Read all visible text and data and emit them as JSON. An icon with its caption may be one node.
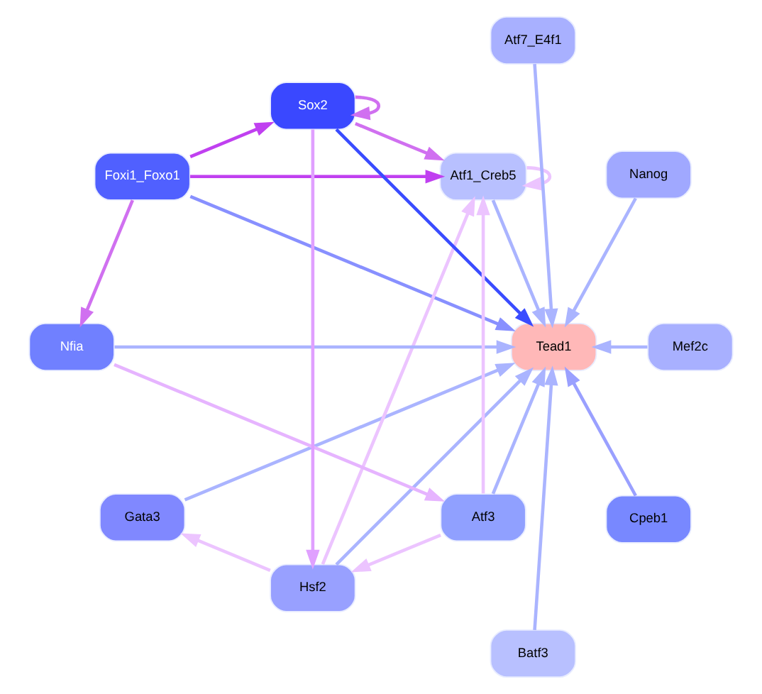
{
  "diagram": {
    "nodes": [
      {
        "text": [
          "Gata3"
        ]
      },
      {
        "text": [
          "Atf1_Creb5"
        ]
      },
      {
        "text": [
          "Foxi1_Foxo1"
        ]
      },
      {
        "text": [
          "Hsf2"
        ]
      },
      {
        "text": [
          "Nfia"
        ]
      },
      {
        "text": [
          "Sox2"
        ]
      },
      {
        "text": [
          "Tead1"
        ]
      },
      {
        "text": [
          "Atf3"
        ]
      },
      {
        "text": [
          "Batf3"
        ]
      },
      {
        "text": [
          "Cpeb1"
        ]
      },
      {
        "text": [
          "Mef2c"
        ]
      },
      {
        "text": [
          "Nanog"
        ]
      },
      {
        "text": [
          "Atf7_E4f1"
        ]
      }
    ],
    "edges": [
      {
        "from": 0,
        "to": 6,
        "arrow": "to"
      },
      {
        "from": 1,
        "to": 6,
        "arrow": "to"
      },
      {
        "from": 2,
        "to": 6,
        "arrow": "to",
        "color": "#8890ff"
      },
      {
        "from": 3,
        "to": 6,
        "arrow": "to"
      },
      {
        "from": 4,
        "to": 6,
        "arrow": "to"
      },
      {
        "from": 5,
        "to": 6,
        "arrow": "to",
        "color": "#3a4cff"
      },
      {
        "from": 7,
        "to": 6,
        "arrow": "to"
      },
      {
        "from": 8,
        "to": 6,
        "arrow": "to"
      },
      {
        "from": 9,
        "to": 6,
        "arrow": "to",
        "color": "#9aa0ff"
      },
      {
        "from": 10,
        "to": 6,
        "arrow": "to"
      },
      {
        "from": 11,
        "to": 6,
        "arrow": "to"
      },
      {
        "from": 12,
        "to": 6,
        "arrow": "to"
      },
      {
        "from": 2,
        "to": 1,
        "arrow": "to",
        "color": "#c040f0"
      },
      {
        "from": 2,
        "to": 5,
        "arrow": "to",
        "color": "#c040f0"
      },
      {
        "from": 2,
        "to": 4,
        "arrow": "to",
        "color": "#d070f0"
      },
      {
        "from": 5,
        "to": 1,
        "arrow": "to",
        "color": "#d070f0"
      },
      {
        "from": 5,
        "to": 3,
        "arrow": "to",
        "color": "#e0a0ff"
      },
      {
        "from": 5,
        "to": 5,
        "arrow": "to",
        "color": "#d070f0"
      },
      {
        "from": 1,
        "to": 1,
        "arrow": "to",
        "color": "#ecc4ff"
      },
      {
        "from": 3,
        "to": 1,
        "arrow": "to",
        "color": "#ecc4ff"
      },
      {
        "from": 3,
        "to": 0,
        "arrow": "to",
        "color": "#ecc4ff"
      },
      {
        "from": 4,
        "to": 7,
        "arrow": "to",
        "color": "#e6b4ff"
      },
      {
        "from": 7,
        "to": 1,
        "arrow": "to",
        "color": "#ecc4ff"
      },
      {
        "from": 7,
        "to": 3,
        "arrow": "to",
        "color": "#ecc4ff"
      }
    ]
  }
}
